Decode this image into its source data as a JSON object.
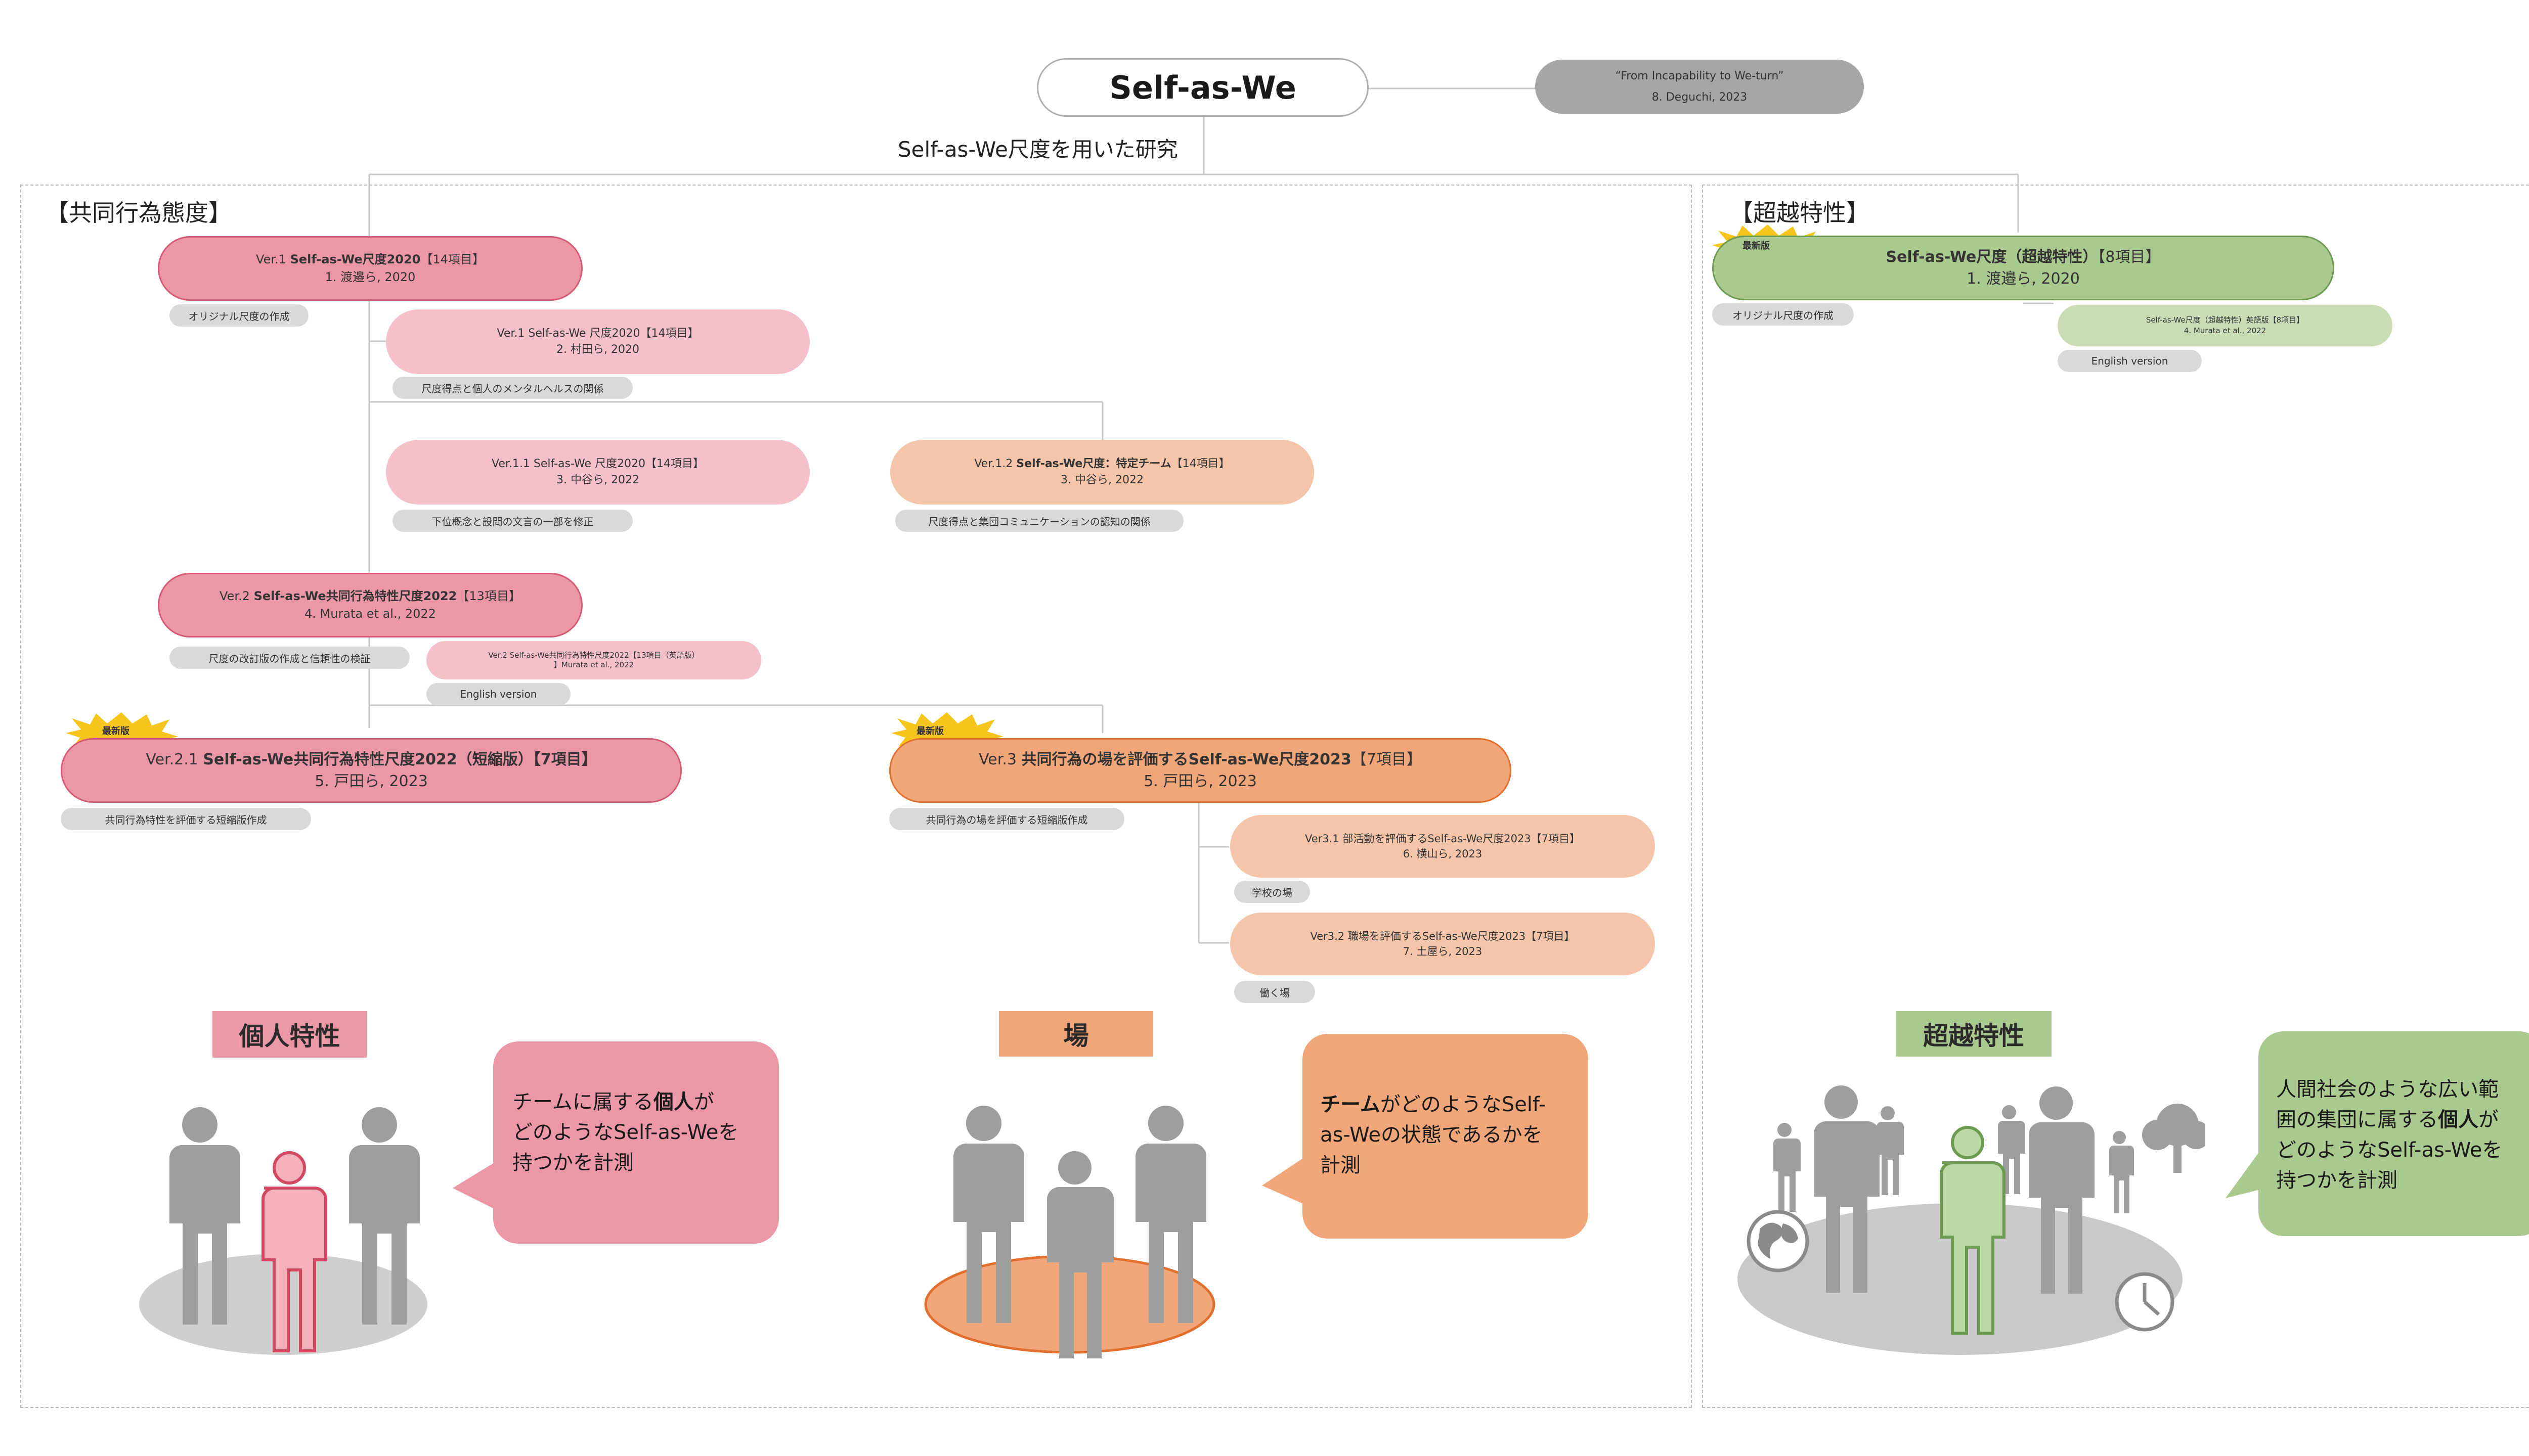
{
  "header": {
    "title": "Self-as-We",
    "ref_line1": "“From Incapability to We-turn”",
    "ref_line2": "8. Deguchi, 2023",
    "subtitle": "Self-as-We尺度を用いた研究"
  },
  "sections": {
    "left_title": "【共同行為態度】",
    "right_title": "【超越特性】"
  },
  "badge": "最新版",
  "nodes": {
    "v1": {
      "pre": "Ver.1 ",
      "bold": "Self-as-We尺度2020",
      "post": "【14項目】",
      "line2": "1. 渡邉ら, 2020",
      "tag": "オリジナル尺度の作成"
    },
    "v1b": {
      "line1": "Ver.1 Self-as-We 尺度2020【14項目】",
      "line2": "2. 村田ら, 2020",
      "tag": "尺度得点と個人のメンタルヘルスの関係"
    },
    "v11": {
      "line1": "Ver.1.1 Self-as-We 尺度2020【14項目】",
      "line2": "3. 中谷ら, 2022",
      "tag": "下位概念と設問の文言の一部を修正"
    },
    "v12": {
      "pre": "Ver.1.2 ",
      "bold": "Self-as-We尺度：特定チーム",
      "post": "【14項目】",
      "line2": "3. 中谷ら, 2022",
      "tag": "尺度得点と集団コミュニケーションの認知の関係"
    },
    "v2": {
      "pre": "Ver.2 ",
      "bold": "Self-as-We共同行為特性尺度2022",
      "post": "【13項目】",
      "line2": "4. Murata et al., 2022",
      "tag": "尺度の改訂版の作成と信頼性の検証"
    },
    "v2e": {
      "line1": "Ver.2 Self-as-We共同行為特性尺度2022【13項目（英語版）",
      "line2": "】Murata et al., 2022",
      "tag": "English version"
    },
    "v21": {
      "pre": "Ver.2.1 ",
      "bold": "Self-as-We共同行為特性尺度2022（短縮版）【7項目】",
      "post": "",
      "line2": "5. 戸田ら, 2023",
      "tag": "共同行為特性を評価する短縮版作成"
    },
    "v3": {
      "pre": "Ver.3 ",
      "bold": "共同行為の場を評価するSelf-as-We尺度2023",
      "post": "【7項目】",
      "line2": "5. 戸田ら, 2023",
      "tag": "共同行為の場を評価する短縮版作成"
    },
    "v31": {
      "line1": "Ver3.1 部活動を評価するSelf-as-We尺度2023【7項目】",
      "line2": "6. 横山ら, 2023",
      "tag": "学校の場"
    },
    "v32": {
      "line1": "Ver3.2 職場を評価するSelf-as-We尺度2023【7項目】",
      "line2": "7. 土屋ら, 2023",
      "tag": "働く場"
    },
    "tr": {
      "pre": "",
      "bold": "Self-as-We尺度（超越特性）",
      "post": "【8項目】",
      "line2": "1. 渡邉ら, 2020",
      "tag": "オリジナル尺度の作成"
    },
    "tre": {
      "line1": "Self-as-We尺度（超越特性）英語版【8項目】",
      "line2": "4. Murata et al., 2022",
      "tag": "English version"
    }
  },
  "labels": {
    "individual": "個人特性",
    "place": "場",
    "transcend": "超越特性"
  },
  "bubbles": {
    "individual": {
      "a": "チームに属する",
      "b": "個人",
      "c": "が",
      "d": "どのようなSelf-as-Weを",
      "e": "持つかを計測"
    },
    "place": {
      "a": "チーム",
      "b": "がどのようなSelf-",
      "c": "as-Weの状態であるかを",
      "d": "計測"
    },
    "transcend": {
      "a": "人間社会のような広い範",
      "b": "囲の集団に属する",
      "c": "個人",
      "d": "が",
      "e": "どのようなSelf-as-Weを",
      "f": "持つかを計測"
    }
  },
  "colors": {
    "pink_dark": "#eb97a6",
    "pink_light": "#f4c0ca",
    "peach": "#f5c5aa",
    "orange": "#f0a679",
    "green": "#a9c98e",
    "green_light": "#c8dcb5",
    "gray_figure": "#9e9e9e"
  }
}
